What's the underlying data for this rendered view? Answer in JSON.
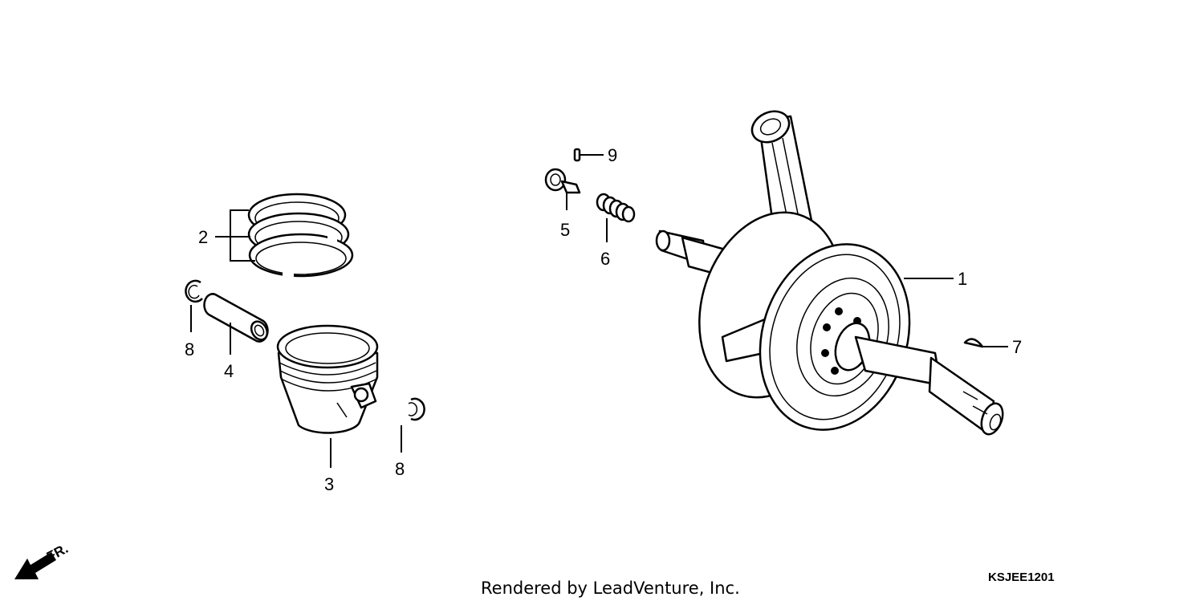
{
  "callouts": {
    "c1": "1",
    "c2": "2",
    "c3": "3",
    "c4": "4",
    "c5": "5",
    "c6": "6",
    "c7": "7",
    "c8a": "8",
    "c8b": "8",
    "c9": "9"
  },
  "direction": {
    "label": "FR."
  },
  "footer": {
    "credit": "Rendered by LeadVenture, Inc.",
    "code": "KSJEE1201"
  }
}
